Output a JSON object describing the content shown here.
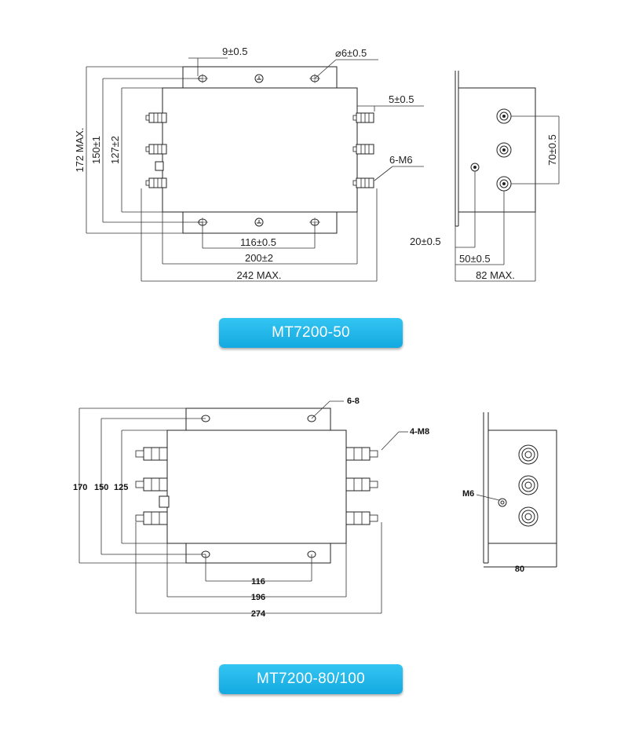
{
  "model1": {
    "badge": "MT7200-50",
    "dims": {
      "hole_offset": "9±0.5",
      "hole_dia": "⌀6±0.5",
      "terminal_len": "5±0.5",
      "terminal_thread": "6-M6",
      "height_max": "172 MAX.",
      "height_mount": "150±1",
      "height_body": "127±2",
      "hole_pitch": "116±0.5",
      "body_width": "200±2",
      "width_max": "242 MAX.",
      "terminal_pitch": "70±0.5",
      "ground_offset": "20±0.5",
      "terminal_offset": "50±0.5",
      "depth_max": "82 MAX."
    }
  },
  "model2": {
    "badge": "MT7200-80/100",
    "dims": {
      "holes": "6-8",
      "terminal_thread": "4-M8",
      "h1": "170",
      "h2": "150",
      "h3": "125",
      "hole_pitch": "116",
      "body_width": "196",
      "width_max": "274",
      "ground": "M6",
      "depth": "80"
    }
  }
}
